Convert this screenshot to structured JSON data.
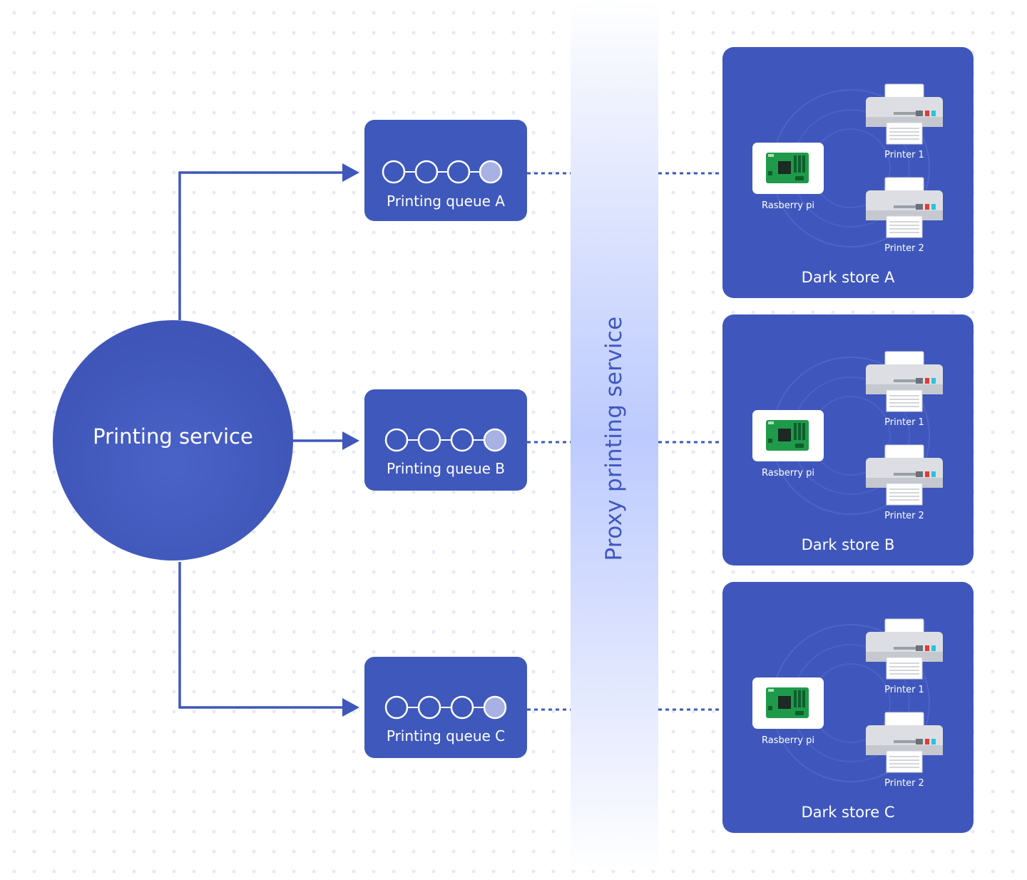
{
  "diagram": {
    "center_service": "Printing service",
    "proxy_service": "Proxy printing service",
    "queues": [
      {
        "label": "Printing queue A",
        "items_total": 4,
        "items_filled": 1
      },
      {
        "label": "Printing queue B",
        "items_total": 4,
        "items_filled": 1
      },
      {
        "label": "Printing queue C",
        "items_total": 4,
        "items_filled": 1
      }
    ],
    "stores": [
      {
        "label": "Dark store A",
        "device": "Rasberry pi",
        "printers": [
          "Printer 1",
          "Printer 2"
        ]
      },
      {
        "label": "Dark store B",
        "device": "Rasberry pi",
        "printers": [
          "Printer 1",
          "Printer 2"
        ]
      },
      {
        "label": "Dark store C",
        "device": "Rasberry pi",
        "printers": [
          "Printer 1",
          "Printer 2"
        ]
      }
    ]
  },
  "colors": {
    "primary": "#3f57bc",
    "queue_filled": "#a7b1e3",
    "proxy_band": "#bccafe",
    "board_green": "#1f9a4a",
    "printer_gray": "#dcdee3"
  },
  "icons": [
    "raspberry-pi-board-icon",
    "printer-icon",
    "arrow-head-icon"
  ]
}
